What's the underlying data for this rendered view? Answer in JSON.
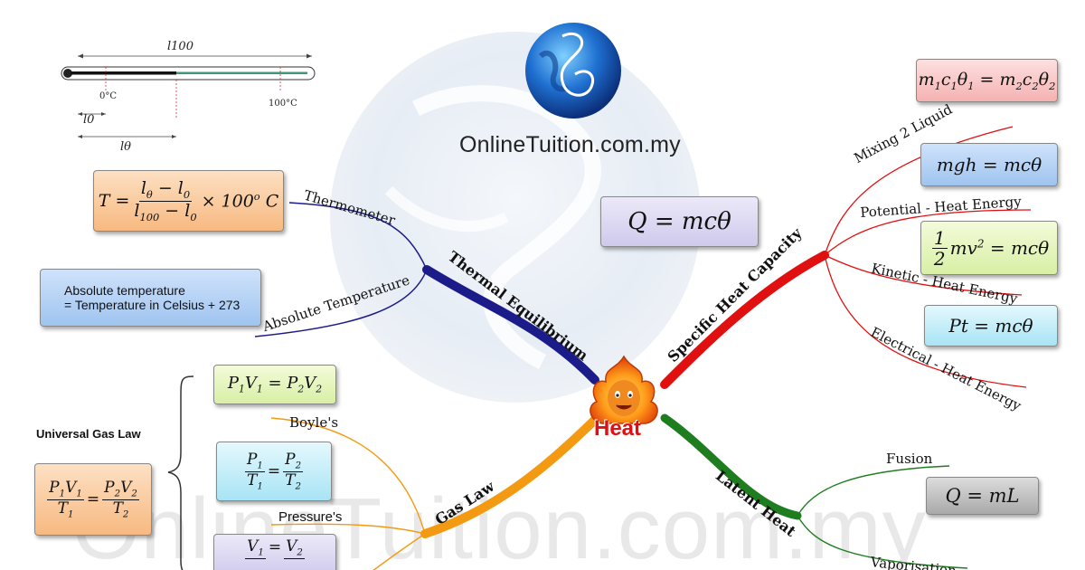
{
  "brand": {
    "site": "OnlineTuition.com.my",
    "watermark": "OnlineTuition.com.my"
  },
  "center": {
    "label": "Heat"
  },
  "main_branches": [
    {
      "id": "thermal",
      "label": "Thermal Equilibrium",
      "color": "#1b1b8a"
    },
    {
      "id": "specific",
      "label": "Specific Heat Capacity",
      "color": "#e01010"
    },
    {
      "id": "gas",
      "label": "Gas Law",
      "color": "#f39a12"
    },
    {
      "id": "latent",
      "label": "Latent Heat",
      "color": "#1e7d1e"
    }
  ],
  "thermal": {
    "thermometer_label": "Thermometer",
    "absolute_label": "Absolute Temperature",
    "absolute_line1": "Absolute temperature",
    "absolute_line2": "= Temperature in Celsius + 273",
    "diagram": {
      "l100": "l100",
      "l0": "l0",
      "ltheta": "lθ",
      "zero": "0°C",
      "hundred": "100°C"
    }
  },
  "specific": {
    "main_formula": "Q = mcθ",
    "mixing_label": "Mixing 2 Liquid",
    "mixing_formula": "m1c1θ1 = m2c2θ2",
    "potential_label": "Potential - Heat Energy",
    "potential_formula": "mgh = mcθ",
    "kinetic_label": "Kinetic - Heat Energy",
    "kinetic_formula": "½mv² = mcθ",
    "electrical_label": "Electrical - Heat Energy",
    "electrical_formula": "Pt = mcθ"
  },
  "gas": {
    "universal_label": "Universal Gas Law",
    "boyles_label": "Boyle's",
    "pressures_label": "Pressure's",
    "boyles_formula": "P1V1 = P2V2"
  },
  "latent": {
    "fusion_label": "Fusion",
    "vaporisation_label": "Vaporisation",
    "formula": "Q = mL"
  }
}
